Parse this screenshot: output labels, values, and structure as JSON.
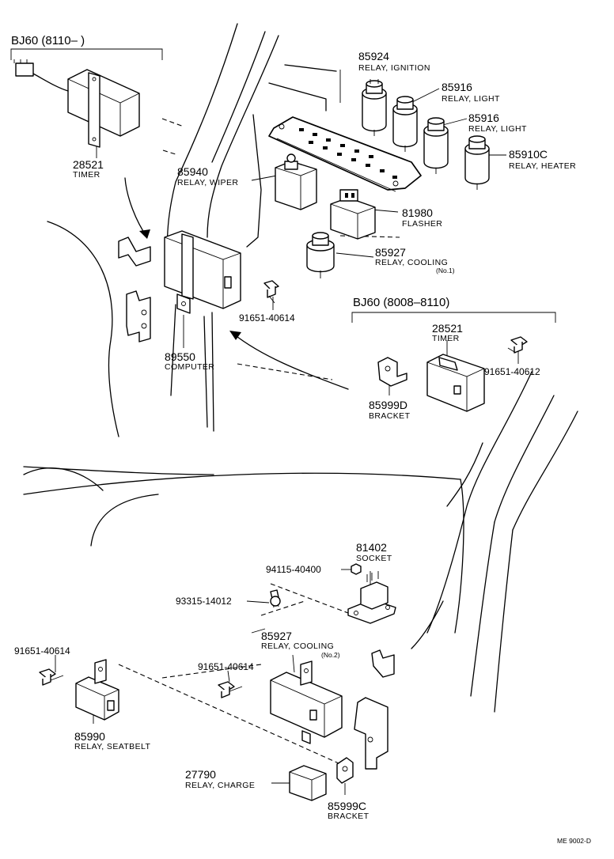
{
  "headers": {
    "bj60_late": "BJ60 (8110–       )",
    "bj60_early": "BJ60 (8008–8110)"
  },
  "parts": {
    "relay_ignition": {
      "number": "85924",
      "name": "RELAY, IGNITION"
    },
    "relay_light_1": {
      "number": "85916",
      "name": "RELAY, LIGHT"
    },
    "relay_light_2": {
      "number": "85916",
      "name": "RELAY, LIGHT"
    },
    "relay_heater": {
      "number": "85910C",
      "name": "RELAY, HEATER"
    },
    "timer_top": {
      "number": "28521",
      "name": "TIMER"
    },
    "relay_wiper": {
      "number": "85940",
      "name": "RELAY, WIPER"
    },
    "flasher": {
      "number": "81980",
      "name": "FLASHER"
    },
    "relay_cooling_1": {
      "number": "85927",
      "name": "RELAY, COOLING",
      "sub": "(No.1)"
    },
    "bolt_91651_40614_a": {
      "number": "91651-40614"
    },
    "computer": {
      "number": "89550",
      "name": "COMPUTER"
    },
    "timer_early": {
      "number": "28521",
      "name": "TIMER"
    },
    "bolt_91651_40612": {
      "number": "91651-40612"
    },
    "bracket_d": {
      "number": "85999D",
      "name": "BRACKET"
    },
    "socket": {
      "number": "81402",
      "name": "SOCKET"
    },
    "nut_94115": {
      "number": "94115-40400"
    },
    "screw_93315": {
      "number": "93315-14012"
    },
    "relay_cooling_2": {
      "number": "85927",
      "name": "RELAY, COOLING",
      "sub": "(No.2)"
    },
    "bolt_91651_40614_b": {
      "number": "91651-40614"
    },
    "bolt_91651_40614_c": {
      "number": "91651-40614"
    },
    "relay_seatbelt": {
      "number": "85990",
      "name": "RELAY, SEATBELT"
    },
    "relay_charge": {
      "number": "27790",
      "name": "RELAY, CHARGE"
    },
    "bracket_c": {
      "number": "85999C",
      "name": "BRACKET"
    }
  },
  "footer": {
    "code": "ME  9002-D"
  }
}
